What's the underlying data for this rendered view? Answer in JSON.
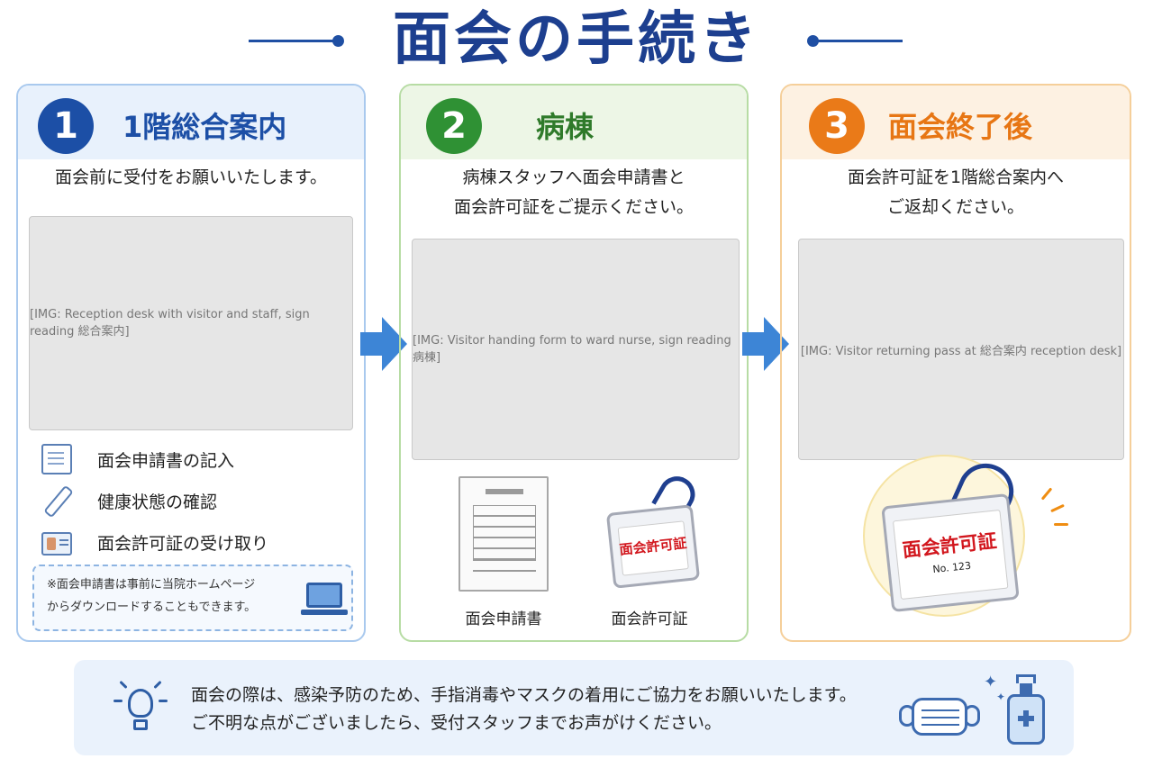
{
  "header": {
    "title": "面会の手続き"
  },
  "steps": [
    {
      "number": "1",
      "title": "1階総合案内",
      "description": [
        "面会前に受付をお願いいたします。"
      ],
      "illustration_label": "[IMG: Reception desk with visitor and staff, sign reading 総合案内]",
      "checklist": [
        "面会申請書の記入",
        "健康状態の確認",
        "面会許可証の受け取り"
      ],
      "note": [
        "※面会申請書は事前に当院ホームページ",
        "からダウンロードすることもできます。"
      ]
    },
    {
      "number": "2",
      "title": "病棟",
      "description": [
        "病棟スタッフへ面会申請書と",
        "面会許可証をご提示ください。"
      ],
      "illustration_label": "[IMG: Visitor handing form to ward nurse, sign reading 病棟]",
      "form_label": "面会申請書",
      "pass_label": "面会許可証",
      "pass_text": "面会許可証"
    },
    {
      "number": "3",
      "title": "面会終了後",
      "description": [
        "面会許可証を1階総合案内へ",
        "ご返却ください。"
      ],
      "illustration_label": "[IMG: Visitor returning pass at 総合案内 reception desk]",
      "pass_text": "面会許可証",
      "pass_number": "No. 123"
    }
  ],
  "footer": {
    "lines": [
      "面会の際は、感染予防のため、手指消毒やマスクの着用にご協力をお願いいたします。",
      "ご不明な点がございましたら、受付スタッフまでお声がけください。"
    ]
  },
  "icons": {
    "title_decoration": "line-dot",
    "arrow": "right-arrow-icon",
    "bulb": "lightbulb-icon",
    "mask": "mask-icon",
    "sanitizer": "sanitizer-icon",
    "laptop": "laptop-icon"
  },
  "colors": {
    "title": "#1d3f8f",
    "step1": "#1c4fa6",
    "step2": "#2f9134",
    "step3": "#ea7a18",
    "arrow": "#3d85d6",
    "pass_text": "#d2171e"
  }
}
